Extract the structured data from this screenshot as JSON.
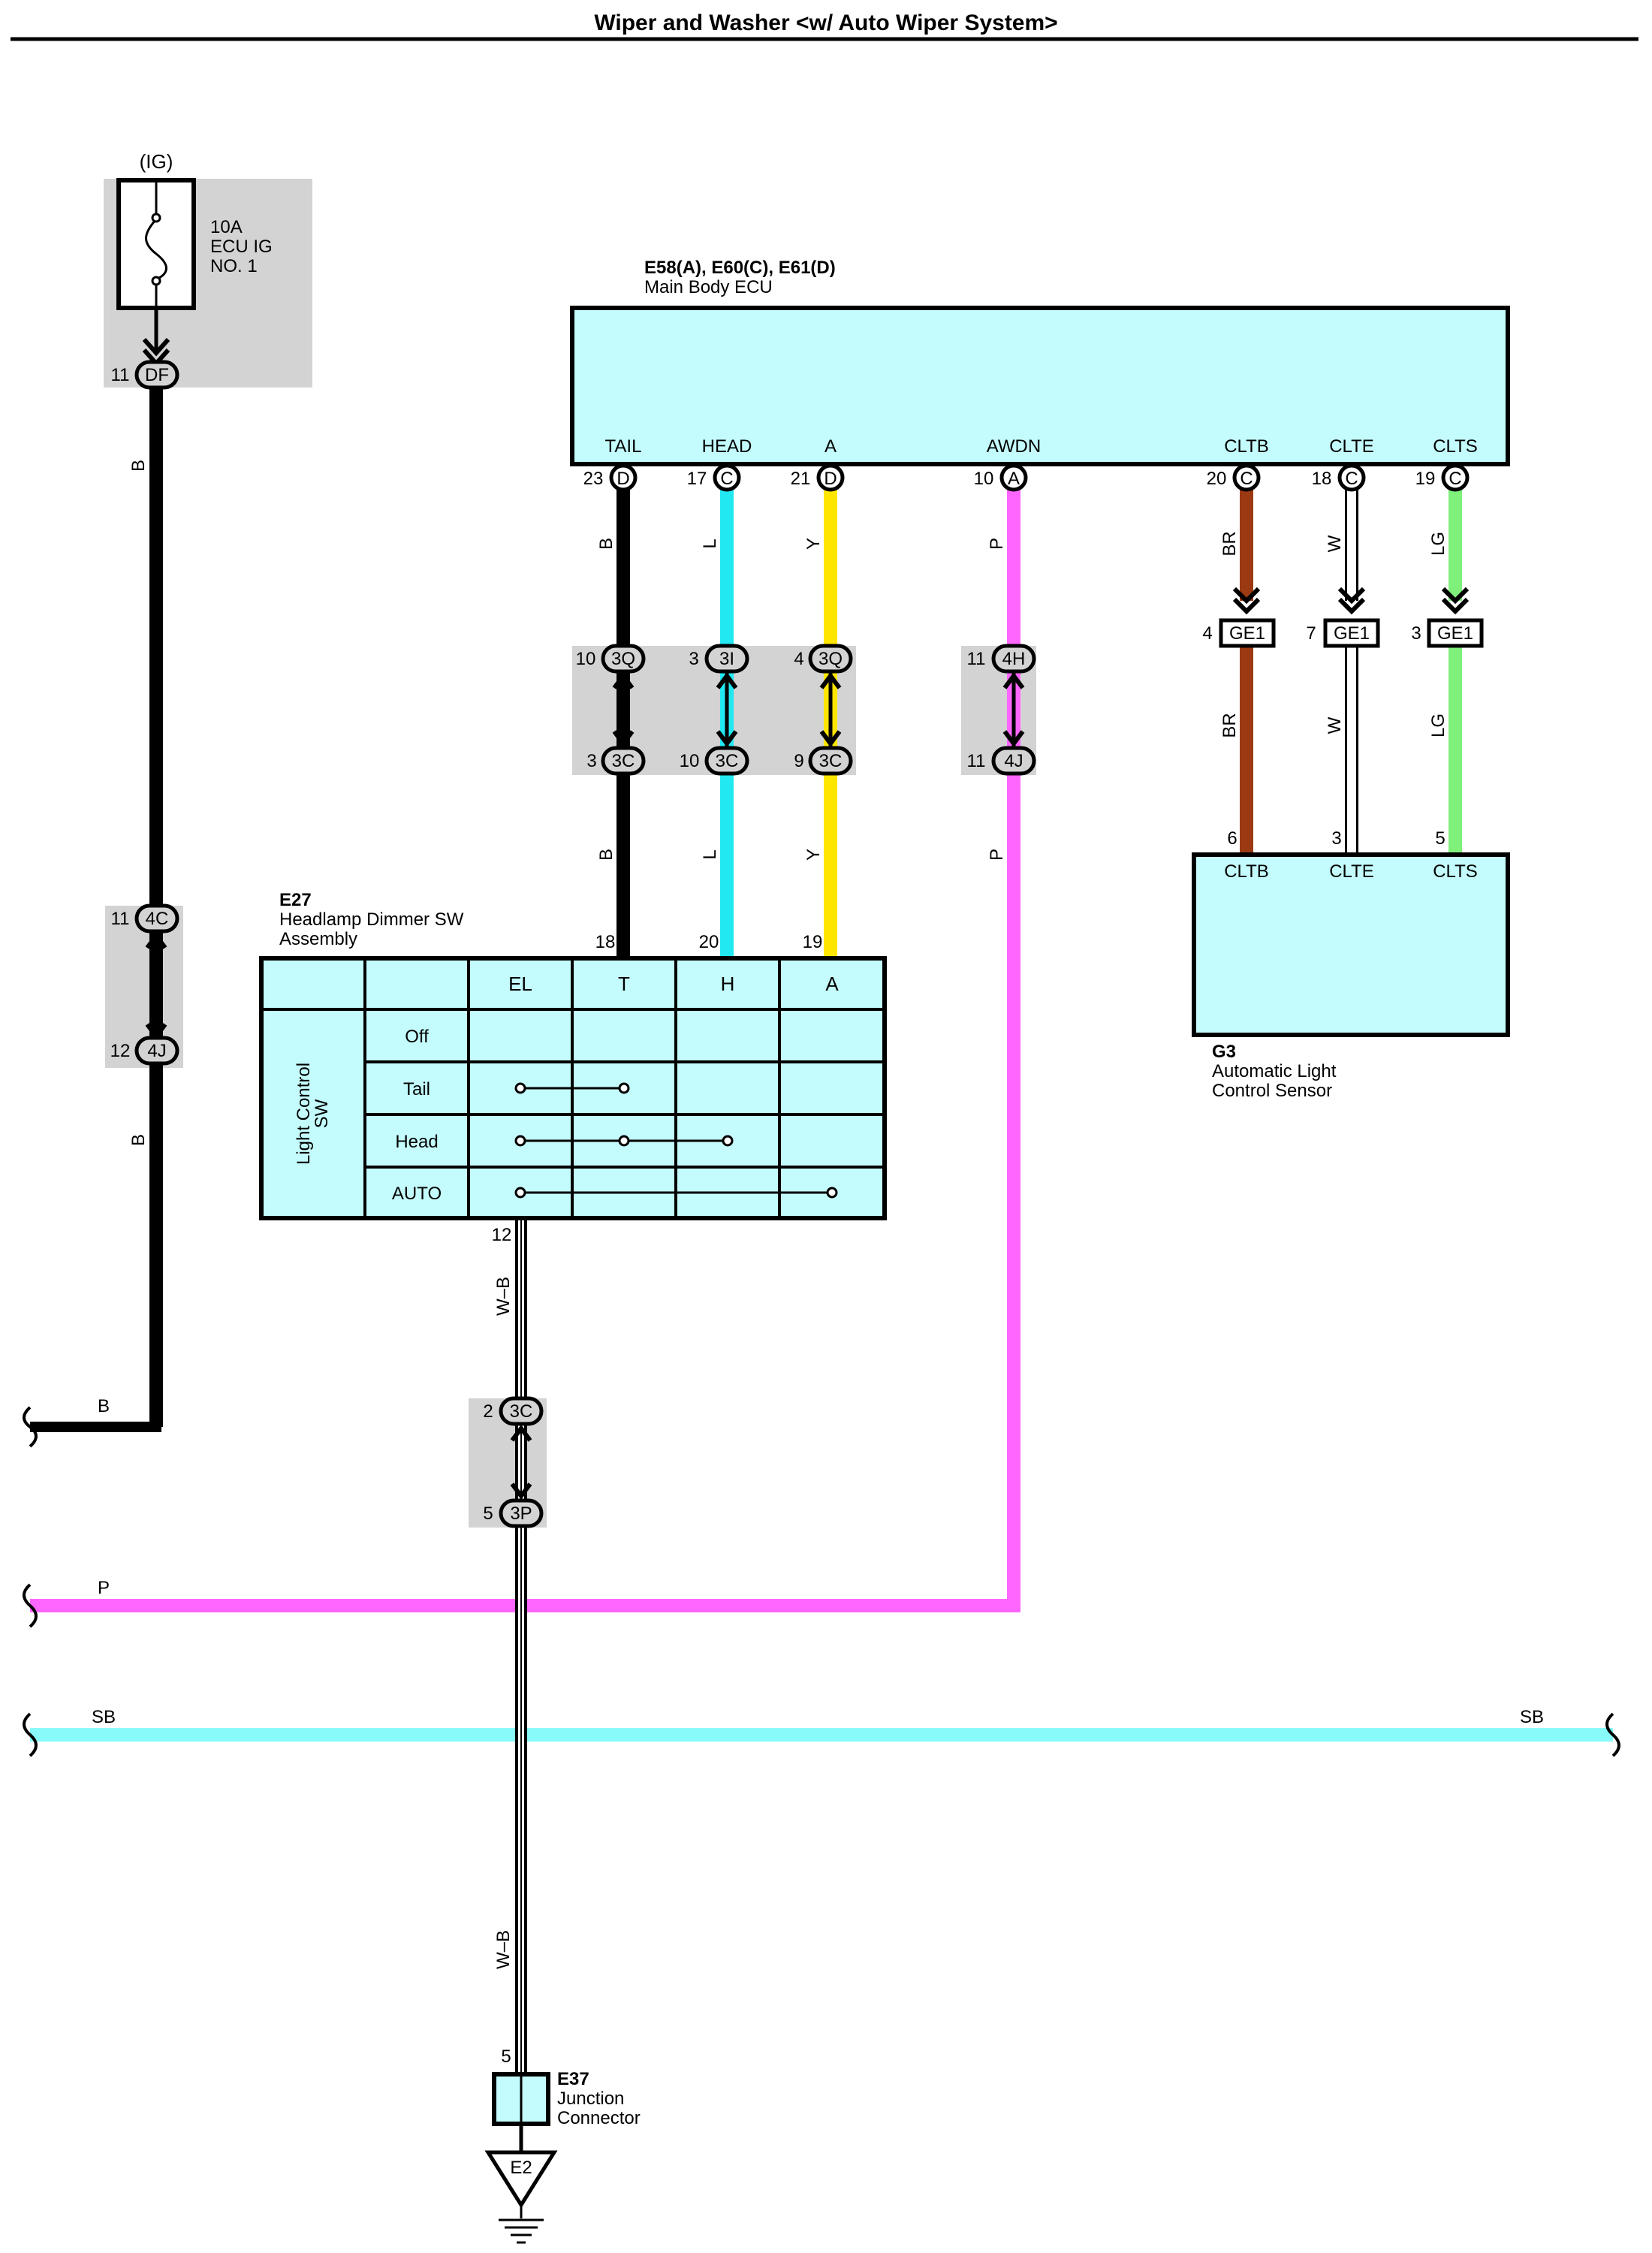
{
  "title": "Wiper and Washer <w/ Auto Wiper System>",
  "colors": {
    "B": "#000000",
    "L": "#22e8f2",
    "Y": "#ffe600",
    "P": "#ff66ff",
    "BR": "#9b3a12",
    "W": "#ffffff",
    "LG": "#7ff07a",
    "SB": "#88fafa",
    "component_fill": "#c4fcfd",
    "splice_fill": "#d3d3d3"
  },
  "fuse": {
    "supply": "(IG)",
    "rating": "10A",
    "name_1": "ECU IG",
    "name_2": "NO. 1",
    "pin": "11",
    "connector": "DF"
  },
  "main_ecu": {
    "code": "E58(A), E60(C), E61(D)",
    "name": "Main Body ECU",
    "terminals": [
      {
        "label": "TAIL",
        "pin": "23",
        "connector": "D"
      },
      {
        "label": "HEAD",
        "pin": "17",
        "connector": "C"
      },
      {
        "label": "A",
        "pin": "21",
        "connector": "D"
      },
      {
        "label": "AWDN",
        "pin": "10",
        "connector": "A"
      },
      {
        "label": "CLTB",
        "pin": "20",
        "connector": "C"
      },
      {
        "label": "CLTE",
        "pin": "18",
        "connector": "C"
      },
      {
        "label": "CLTS",
        "pin": "19",
        "connector": "C"
      }
    ]
  },
  "wire_labels": {
    "b_left_1": "B",
    "b_left_2": "B",
    "b_bottom": "B",
    "tail_1": "B",
    "tail_2": "B",
    "head_1": "L",
    "head_2": "L",
    "a_1": "Y",
    "a_2": "Y",
    "awdn_1": "P",
    "awdn_2": "P",
    "cltb_1": "BR",
    "cltb_2": "BR",
    "clte_1": "W",
    "clte_2": "W",
    "clts_1": "LG",
    "clts_2": "LG",
    "gnd_1": "W–B",
    "gnd_2": "W–B"
  },
  "junctions": {
    "ig_upper": {
      "pin": "11",
      "connector": "4C"
    },
    "ig_lower": {
      "pin": "12",
      "connector": "4J"
    },
    "tail_upper": {
      "pin": "10",
      "connector": "3Q"
    },
    "tail_lower": {
      "pin": "3",
      "connector": "3C"
    },
    "head_upper": {
      "pin": "3",
      "connector": "3I"
    },
    "head_lower": {
      "pin": "10",
      "connector": "3C"
    },
    "a_upper": {
      "pin": "4",
      "connector": "3Q"
    },
    "a_lower": {
      "pin": "9",
      "connector": "3C"
    },
    "awdn_upper": {
      "pin": "11",
      "connector": "4H"
    },
    "awdn_lower": {
      "pin": "11",
      "connector": "4J"
    },
    "gnd_upper": {
      "pin": "2",
      "connector": "3C"
    },
    "gnd_lower": {
      "pin": "5",
      "connector": "3P"
    }
  },
  "ge1": [
    {
      "pin": "4",
      "connector": "GE1"
    },
    {
      "pin": "7",
      "connector": "GE1"
    },
    {
      "pin": "3",
      "connector": "GE1"
    }
  ],
  "sensor": {
    "code": "G3",
    "name_1": "Automatic Light",
    "name_2": "Control Sensor",
    "terminals": [
      {
        "label": "CLTB",
        "pin": "6"
      },
      {
        "label": "CLTE",
        "pin": "3"
      },
      {
        "label": "CLTS",
        "pin": "5"
      }
    ]
  },
  "dimmer_switch": {
    "code": "E27",
    "name_1": "Headlamp Dimmer SW",
    "name_2": "Assembly",
    "pins": {
      "t": "18",
      "h": "20",
      "a": "19",
      "el": "12"
    },
    "columns": [
      "EL",
      "T",
      "H",
      "A"
    ],
    "side_label_1": "Light Control",
    "side_label_2": "SW",
    "rows": [
      "Off",
      "Tail",
      "Head",
      "AUTO"
    ]
  },
  "buses": {
    "p_left": "P",
    "sb_left": "SB",
    "sb_right": "SB"
  },
  "junction_connector": {
    "code": "E37",
    "name_1": "Junction",
    "name_2": "Connector",
    "pin": "5"
  },
  "ground": {
    "label": "E2"
  }
}
